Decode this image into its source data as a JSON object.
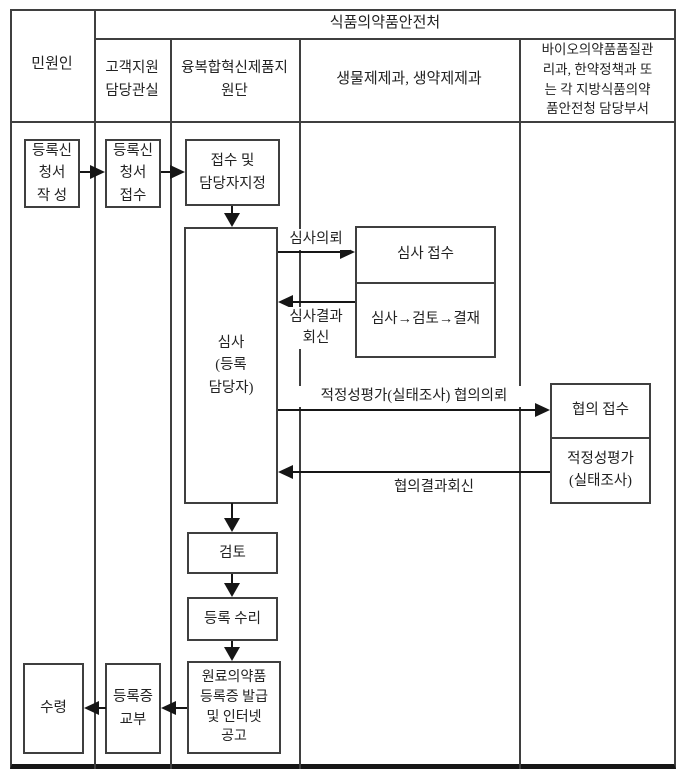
{
  "diagram": {
    "title_hint": "원료의약품 등록 처리 흐름도",
    "header": {
      "agency": "식품의약품안전처",
      "petitioner": "민원인",
      "dept_customer_support": "고객지원\n담당관실",
      "dept_convergence": "융복합혁신제품지\n원단",
      "dept_biologics": "생물제제과, 생약제제과",
      "dept_regional": "바이오의약품품질관\n리과, 한약정책과 또\n는 각 지방식품의약\n품안전청 담당부서"
    },
    "boxes": {
      "reg_write": "등록신\n청서\n작 성",
      "reg_receive": "등록신\n청서\n접수",
      "accept_assign": "접수 및\n담당자지정",
      "review": "심사\n(등록\n담당자)",
      "exam_receive": "심사 접수",
      "exam_flow": "심사→검토→결재",
      "consult_receive": "협의 접수",
      "adequacy": "적정성평가\n(실태조사)",
      "check": "검토",
      "reg_accept": "등록 수리",
      "issue": "원료의약품\n등록증 발급\n및 인터넷\n공고",
      "cert_deliver": "등록증\n교부",
      "final_receive": "수령"
    },
    "labels": {
      "exam_request": "심사의뢰",
      "exam_result": "심사결과\n회신",
      "consult_request": "적정성평가(실태조사) 협의의뢰",
      "consult_result": "협의결과회신"
    },
    "colors": {
      "grid_line": "#3f3f3f",
      "arrow": "#161616",
      "text": "#222222",
      "background": "#ffffff"
    }
  }
}
